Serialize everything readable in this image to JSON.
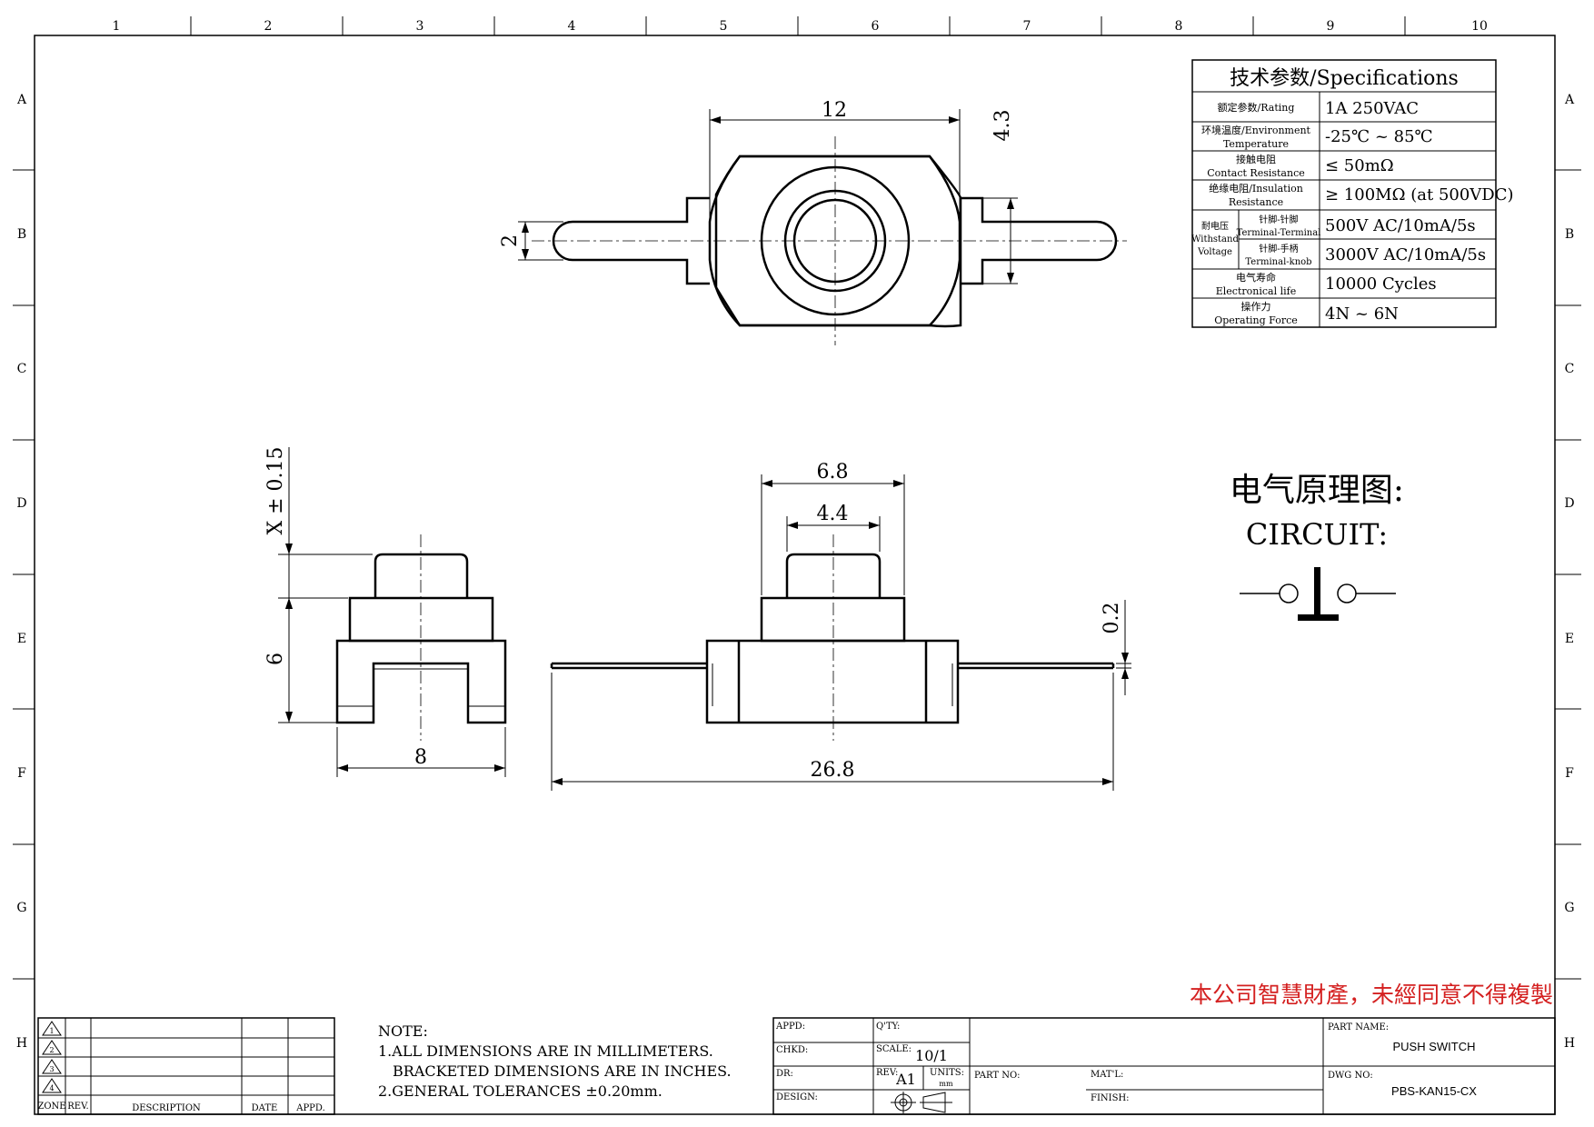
{
  "frame": {
    "columns": [
      "1",
      "2",
      "3",
      "4",
      "5",
      "6",
      "7",
      "8",
      "9",
      "10"
    ],
    "rows": [
      "A",
      "B",
      "C",
      "D",
      "E",
      "F",
      "G",
      "H"
    ]
  },
  "specs": {
    "title": "技术参数/Specifications",
    "rows": [
      {
        "label": "额定参数/Rating",
        "label2": "",
        "value": "1A 250VAC"
      },
      {
        "label": "环境温度/Environment",
        "label2": "Temperature",
        "value": "-25℃ ~ 85℃"
      },
      {
        "label": "接触电阻",
        "label2": "Contact Resistance",
        "value": "≤ 50mΩ"
      },
      {
        "label": "绝缘电阻/Insulation",
        "label2": "Resistance",
        "value": "≥ 100MΩ (at 500VDC)"
      },
      {
        "label": "电气寿命",
        "label2": "Electronical life",
        "value": "10000 Cycles"
      },
      {
        "label": "操作力",
        "label2": "Operating Force",
        "value": "4N ~ 6N"
      }
    ],
    "withstand": {
      "label1": "耐电压",
      "label2": "Withstand",
      "label3": "Voltage",
      "sub1_a": "针脚-针脚",
      "sub1_b": "Terminal-Terminal",
      "value1": "500V AC/10mA/5s",
      "sub2_a": "针脚-手柄",
      "sub2_b": "Terminal-knob",
      "value2": "3000V AC/10mA/5s"
    }
  },
  "dims": {
    "top_width": "12",
    "top_right": "4.3",
    "top_left": "2",
    "side_height_var": "X ± 0.15",
    "side_height": "6",
    "side_width": "8",
    "front_outer": "6.8",
    "front_inner": "4.4",
    "front_thickness": "0.2",
    "front_total": "26.8"
  },
  "circuit": {
    "title_cn": "电气原理图:",
    "title_en": "CIRCUIT:"
  },
  "copyright": "本公司智慧財產，未經同意不得複製",
  "notes": {
    "title": "NOTE:",
    "line1": "1.ALL DIMENSIONS ARE IN MILLIMETERS.",
    "line2": "BRACKETED DIMENSIONS ARE IN INCHES.",
    "line3": "2.GENERAL TOLERANCES ±0.20mm."
  },
  "revision": {
    "marks": [
      "1",
      "2",
      "3",
      "4"
    ],
    "headers": [
      "ZONE",
      "REV.",
      "DESCRIPTION",
      "DATE",
      "APPD."
    ]
  },
  "titleblock": {
    "appd": "APPD:",
    "qty": "Q'TY:",
    "chkd": "CHKD:",
    "scale_label": "SCALE:",
    "scale_value": "10/1",
    "dr": "DR:",
    "rev_label": "REV:",
    "rev_value": "A1",
    "units_label": "UNITS:",
    "units_value": "mm",
    "design": "DESIGN:",
    "part_no": "PART NO:",
    "matl": "MAT'L:",
    "finish": "FINISH:",
    "part_name_label": "PART NAME:",
    "part_name": "PUSH SWITCH",
    "dwg_no_label": "DWG NO:",
    "dwg_no": "PBS-KAN15-CX"
  }
}
